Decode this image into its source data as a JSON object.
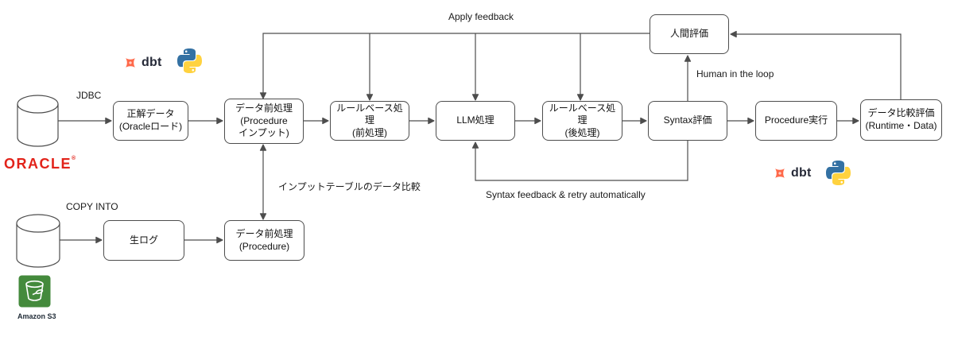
{
  "diagram_type": "dataflow-pipeline-flowchart",
  "colors": {
    "background": "#ffffff",
    "stroke": "#4d4d4d",
    "text": "#1a1a1a",
    "oracle_red": "#e2231a",
    "dbt_orange": "#ff694a",
    "dbt_text": "#262a38",
    "python_blue": "#3471a3",
    "python_yellow": "#ffd23f",
    "s3_green": "#448a3c"
  },
  "nodes": {
    "truth_data": "正解データ\n(Oracleロード)",
    "preproc_input": "データ前処理\n(Procedure\nインプット)",
    "rule_pre": "ルールベース処理\n(前処理)",
    "llm": "LLM処理",
    "rule_post": "ルールベース処理\n(後処理)",
    "syntax_eval": "Syntax評価",
    "procedure_exec": "Procedure実行",
    "data_compare": "データ比較評価\n(Runtime・Data)",
    "human_eval": "人間評価",
    "raw_log": "生ログ",
    "preproc_procedure": "データ前処理\n(Procedure)"
  },
  "edge_labels": {
    "jdbc": "JDBC",
    "copy_into": "COPY INTO",
    "apply_feedback": "Apply feedback",
    "human_in_the_loop": "Human in the loop",
    "syntax_retry": "Syntax feedback & retry automatically",
    "input_table_compare": "インプットテーブルのデータ比較"
  },
  "logos": {
    "oracle": "ORACLE",
    "oracle_mark": "®",
    "dbt": "dbt",
    "amazon_s3": "Amazon S3"
  }
}
